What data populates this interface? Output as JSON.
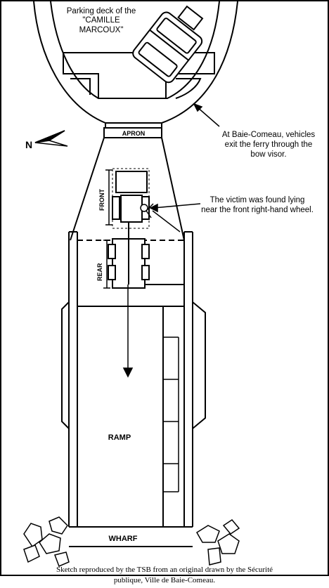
{
  "labels": {
    "deck_line1": "Parking deck of the",
    "deck_line2": "\"CAMILLE",
    "deck_line3": "MARCOUX\"",
    "apron": "APRON",
    "north": "N",
    "exit_line1": "At Baie-Comeau, vehicles",
    "exit_line2": "exit the ferry through the",
    "exit_line3": "bow visor.",
    "victim_line1": "The victim was found lying",
    "victim_line2": "near the front right-hand wheel.",
    "front": "FRONT",
    "rear": "REAR",
    "ramp": "RAMP",
    "wharf": "WHARF"
  },
  "caption": {
    "line1": "Sketch reproduced by the TSB from an original drawn by the Sécurité",
    "line2": "publique, Ville de Baie-Comeau."
  }
}
